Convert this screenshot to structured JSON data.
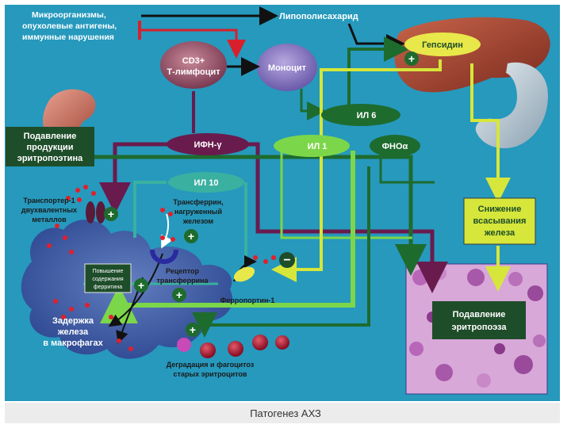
{
  "labels": {
    "microorganisms": [
      "Микроорганизмы,",
      "опухолевые антигены,",
      "иммунные нарушения"
    ],
    "lipopolysaccharide": "Липополисахарид",
    "cd3": [
      "CD3+",
      "Т-лимфоцит"
    ],
    "monocyte": "Моноцит",
    "hepcidin": "Гепсидин",
    "il6": "ИЛ 6",
    "il1": "ИЛ 1",
    "tnf": "ФНОα",
    "ifn": "ИФН-γ",
    "il10": "ИЛ 10",
    "epo_suppression": [
      "Подавление",
      "продукции",
      "эритропоэтина"
    ],
    "transporter": [
      "Транспортер-1",
      "двухвалентных",
      "металлов"
    ],
    "transferrin_loaded": [
      "Трансферрин,",
      "нагруженный",
      "железом"
    ],
    "ferritin_increase": [
      "Повышение",
      "содержания",
      "ферритина"
    ],
    "transferrin_receptor": [
      "Рецептор",
      "трансферрина"
    ],
    "ferroportin": "Ферропортин-1",
    "iron_retention": [
      "Задержка",
      "железа",
      "в макрофагах"
    ],
    "degradation": [
      "Деградация и фагоцитоз",
      "старых эритроцитов"
    ],
    "absorption_decrease": [
      "Снижение",
      "всасывания",
      "железа"
    ],
    "erythropoiesis_suppression": [
      "Подавление",
      "эритропоэза"
    ],
    "plus": "+",
    "minus": "−"
  },
  "caption": "Патогенез АХЗ",
  "colors": {
    "background": "#2a9fc2",
    "black_arrow": "#111111",
    "red_arrow": "#d8202a",
    "dark_green": "#1e6b2e",
    "light_green": "#7cd64a",
    "yellow_green": "#d6e63a",
    "purple": "#6a1b4d",
    "teal": "#3ab0a0",
    "erythro": "#c978c8",
    "caption_bg": "#ececec"
  },
  "icons": [
    "liver-icon",
    "stomach-icon",
    "kidney-icon",
    "macrophage-icon",
    "erythrocyte-icon"
  ]
}
